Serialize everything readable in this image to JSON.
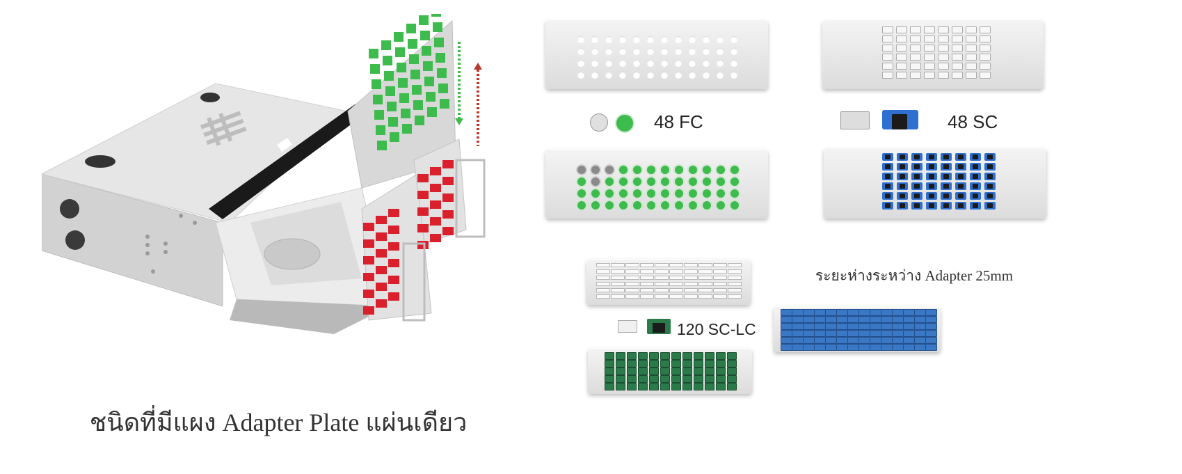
{
  "caption": "ชนิดที่มีแผง Adapter Plate แผ่นเดียว",
  "panels": {
    "fc_label": "48 FC",
    "sc_label": "48 SC",
    "sclc_label": "120 SC-LC",
    "spacing_note": "ระยะห่างระหว่าง Adapter 25mm"
  },
  "colors": {
    "fc_green": "#3dbb4c",
    "adapter_red": "#d9202c",
    "sc_blue": "#2f6fd0",
    "lc_green": "#2a7a4a"
  }
}
